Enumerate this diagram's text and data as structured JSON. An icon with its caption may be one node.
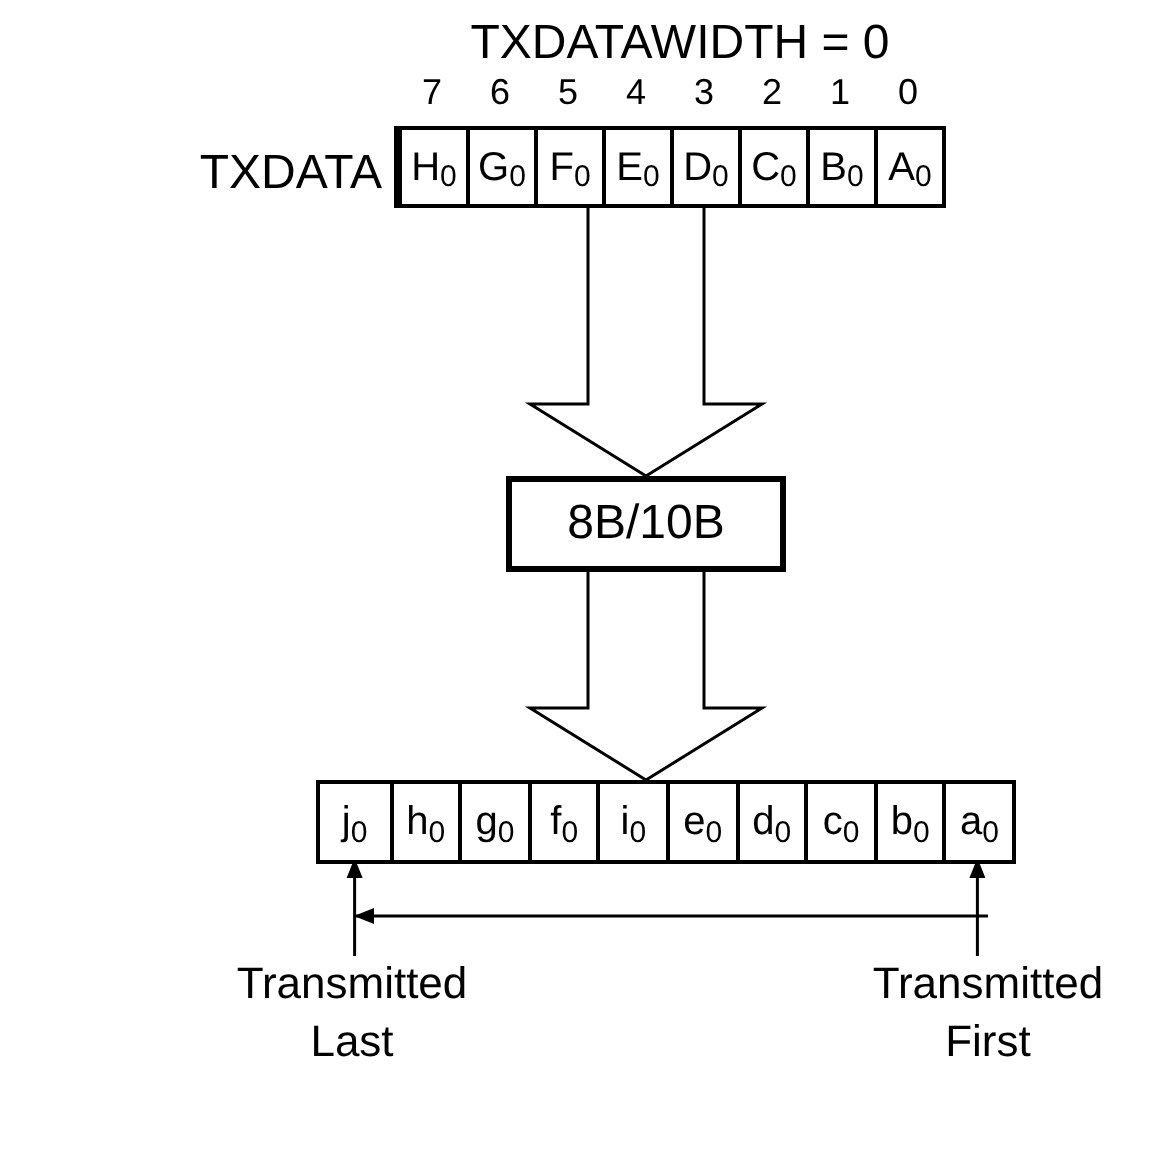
{
  "diagram": {
    "title": "TXDATAWIDTH = 0",
    "nodes": [
      {
        "text": [
          "TXDATA"
        ]
      },
      {
        "text": [
          "H$_{0}$"
        ],
        "in": 0
      },
      {
        "text": [
          "G$_{0}$"
        ],
        "in": 0
      },
      {
        "text": [
          "F$_{0}$"
        ],
        "in": 0
      },
      {
        "text": [
          "E$_{0}$"
        ],
        "in": 0
      },
      {
        "text": [
          "D$_{0}$"
        ],
        "in": 0
      },
      {
        "text": [
          "C$_{0}$"
        ],
        "in": 0
      },
      {
        "text": [
          "B$_{0}$"
        ],
        "in": 0
      },
      {
        "text": [
          "A$_{0}$"
        ],
        "in": 0
      },
      {
        "text": [
          "8B/10B"
        ]
      },
      {
        "text": [],
        "shape": "box"
      },
      {
        "text": [
          "j$_{0}$"
        ],
        "in": 10
      },
      {
        "text": [
          "h$_{0}$"
        ],
        "in": 10
      },
      {
        "text": [
          "g$_{0}$"
        ],
        "in": 10
      },
      {
        "text": [
          "f$_{0}$"
        ],
        "in": 10
      },
      {
        "text": [
          "i$_{0}$"
        ],
        "in": 10
      },
      {
        "text": [
          "e$_{0}$"
        ],
        "in": 10
      },
      {
        "text": [
          "d$_{0}$"
        ],
        "in": 10
      },
      {
        "text": [
          "c$_{0}$"
        ],
        "in": 10
      },
      {
        "text": [
          "b$_{0}$"
        ],
        "in": 10
      },
      {
        "text": [
          "a$_{0}$"
        ],
        "in": 10
      },
      {
        "text": [
          "Transmitted Last"
        ]
      },
      {
        "text": [
          "Transmitted First"
        ]
      }
    ],
    "edges": [
      {
        "from": 0,
        "to": 9,
        "arrow": "to",
        "style": "thick"
      },
      {
        "from": 9,
        "to": 10,
        "arrow": "to",
        "style": "thick"
      },
      {
        "from": 21,
        "to": 11,
        "arrow": "to"
      },
      {
        "from": 22,
        "to": 20,
        "arrow": "to"
      }
    ],
    "labels": [
      "7",
      "6",
      "5",
      "4",
      "3",
      "2",
      "1",
      "0"
    ]
  }
}
